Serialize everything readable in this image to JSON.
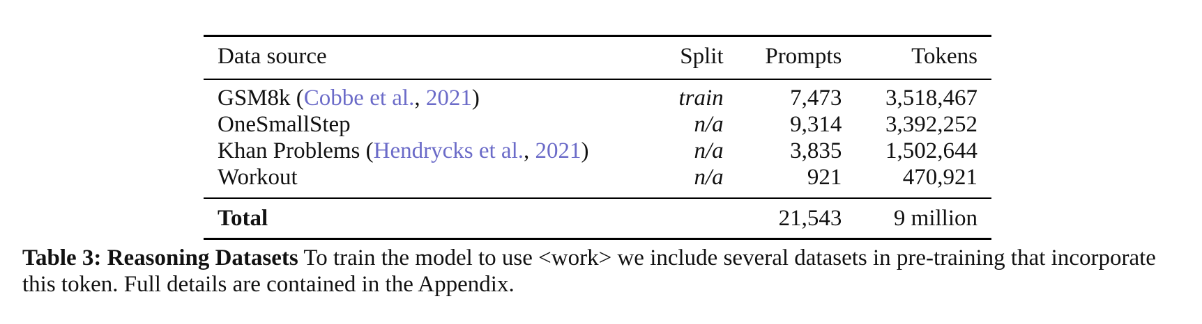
{
  "table": {
    "headers": {
      "source": "Data source",
      "split": "Split",
      "prompts": "Prompts",
      "tokens": "Tokens"
    },
    "rows": [
      {
        "source": "GSM8k",
        "cite_open": " (",
        "cite_authors": "Cobbe et al.",
        "cite_sep": ", ",
        "cite_year": "2021",
        "cite_close": ")",
        "split": "train",
        "prompts": "7,473",
        "tokens": "3,518,467"
      },
      {
        "source": "OneSmallStep",
        "split": "n/a",
        "prompts": "9,314",
        "tokens": "3,392,252"
      },
      {
        "source": "Khan Problems",
        "cite_open": " (",
        "cite_authors": "Hendrycks et al.",
        "cite_sep": ", ",
        "cite_year": "2021",
        "cite_close": ")",
        "split": "n/a",
        "prompts": "3,835",
        "tokens": "1,502,644"
      },
      {
        "source": "Workout",
        "split": "n/a",
        "prompts": "921",
        "tokens": "470,921"
      }
    ],
    "total": {
      "label": "Total",
      "prompts": "21,543",
      "tokens": "9 million"
    }
  },
  "caption": {
    "label": "Table 3: Reasoning Datasets",
    "text": " To train the model to use <work> we include several datasets in pre-training that incorporate this token. Full details are contained in the Appendix."
  },
  "colors": {
    "citation": "#6b6bc8",
    "text": "#111111",
    "rule": "#000000"
  }
}
